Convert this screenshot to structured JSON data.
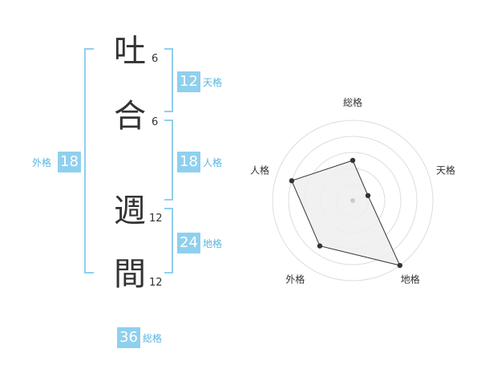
{
  "name": {
    "chars": [
      {
        "char": "吐",
        "strokes": "6"
      },
      {
        "char": "合",
        "strokes": "6"
      },
      {
        "char": "週",
        "strokes": "12"
      },
      {
        "char": "間",
        "strokes": "12"
      }
    ]
  },
  "kaku": {
    "tenkaku": {
      "value": "12",
      "label": "天格"
    },
    "jinkaku": {
      "value": "18",
      "label": "人格"
    },
    "chikaku": {
      "value": "24",
      "label": "地格"
    },
    "gaikaku": {
      "value": "18",
      "label": "外格"
    },
    "soukaku": {
      "value": "36",
      "label": "総格"
    }
  },
  "colors": {
    "accent": "#8fd0ee",
    "accent_text": "#5ab4e2",
    "grid": "#dddddd",
    "polygon_fill": "#eeeeee",
    "polygon_stroke": "#333333"
  },
  "chart_data": {
    "type": "radar",
    "categories": [
      "総格",
      "天格",
      "地格",
      "外格",
      "人格"
    ],
    "values": [
      2.5,
      1,
      5,
      3.5,
      4
    ],
    "rmax": 5,
    "grid_rings": 5,
    "grid": true
  }
}
